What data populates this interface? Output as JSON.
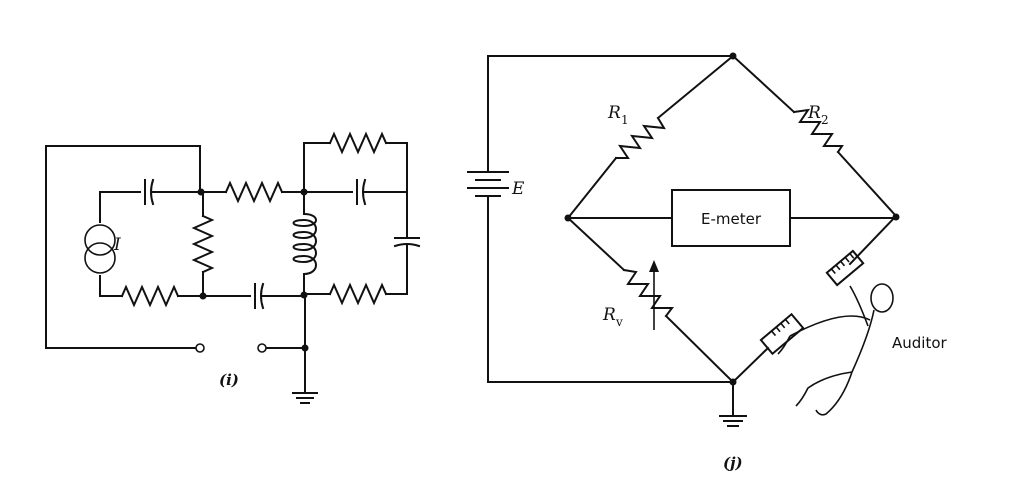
{
  "circuit_i": {
    "source_label": "I",
    "caption": "(i)"
  },
  "circuit_j": {
    "battery_label": "E",
    "r1_label": "R",
    "r1_sub": "1",
    "r2_label": "R",
    "r2_sub": "2",
    "rv_label": "R",
    "rv_sub": "v",
    "meter_label": "E-meter",
    "auditor_label": "Auditor",
    "caption": "(j)"
  }
}
